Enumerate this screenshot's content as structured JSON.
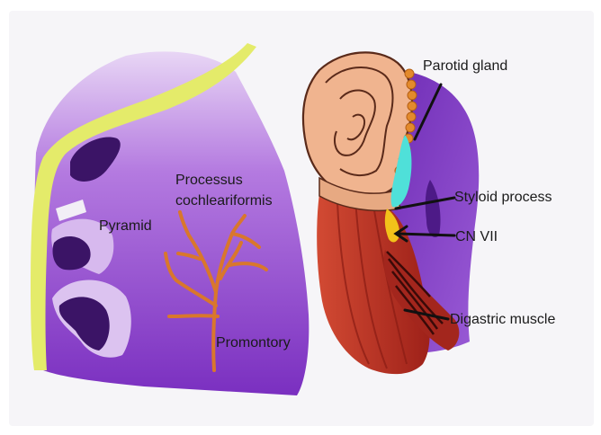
{
  "labels": {
    "pyramid": "Pyramid",
    "processus_line1": "Processus",
    "processus_line2": "cochleariformis",
    "promontory": "Promontory",
    "parotid": "Parotid gland",
    "styloid": "Styloid process",
    "cn7": "CN VII",
    "digastric": "Digastric muscle"
  },
  "colors": {
    "purple_dark": "#7a2fc0",
    "purple_light": "#d7b9ee",
    "cavity": "#3b1466",
    "facial_canal_yellow": "#e4eb6a",
    "nerve_orange": "#d9772c",
    "ear_skin": "#f0b48f",
    "muscle_red": "#b52d22",
    "parotid_orange": "#e38a2c",
    "styloid_cyan": "#4fe0d9",
    "cn7_yellow": "#f2c21a"
  }
}
